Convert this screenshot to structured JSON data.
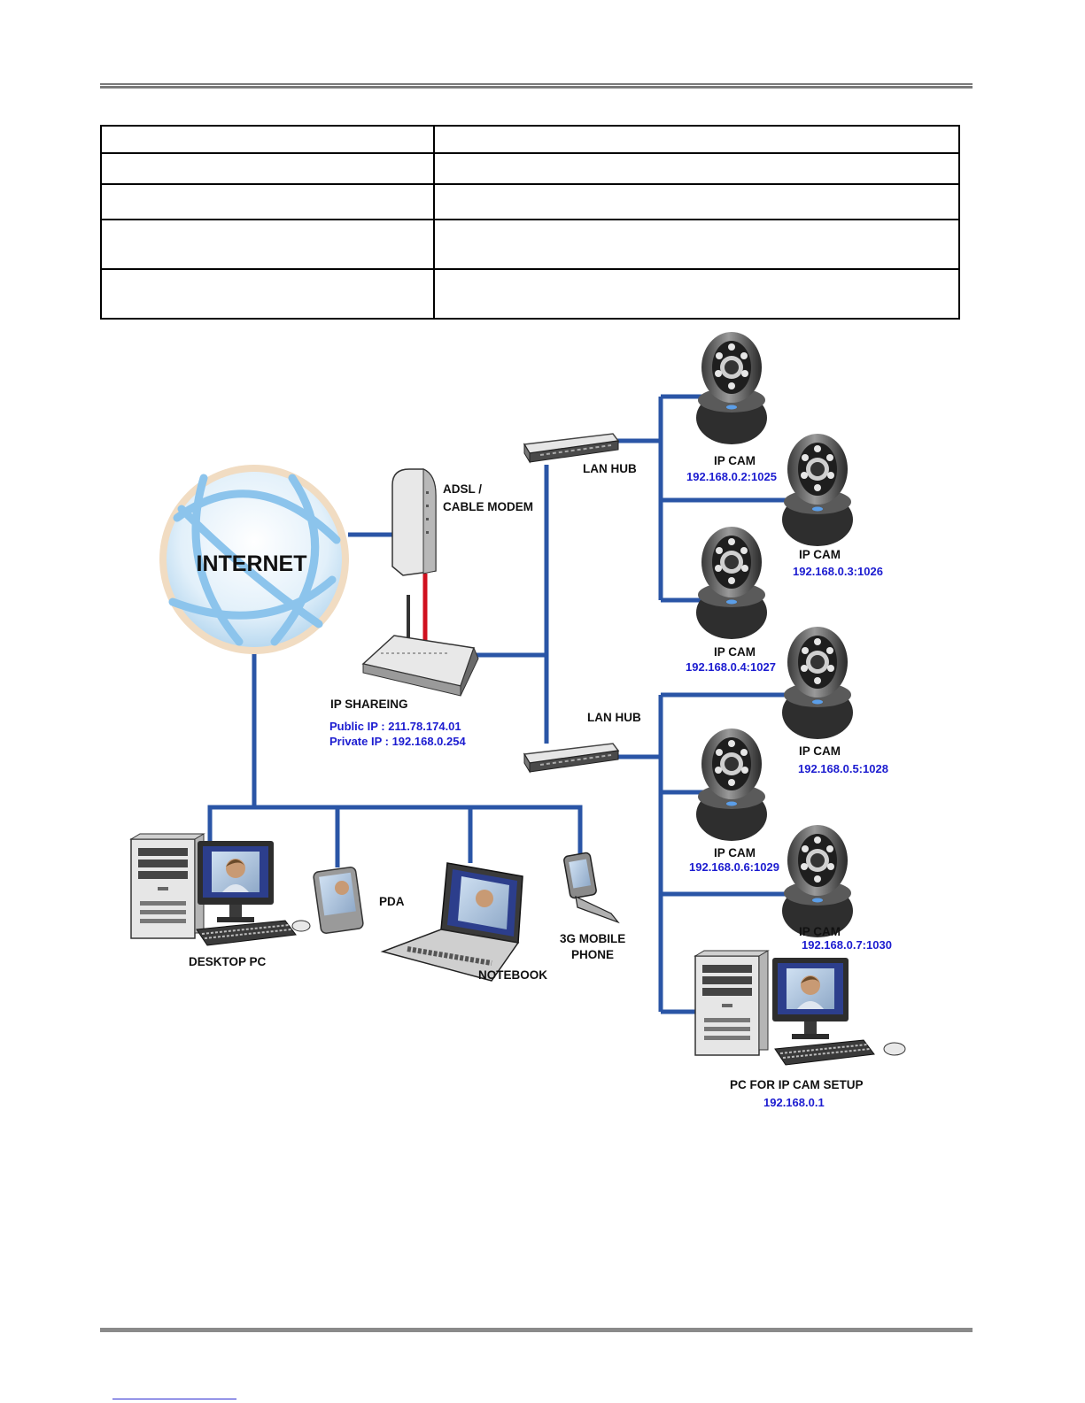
{
  "table": {
    "rows": [
      [
        "",
        ""
      ],
      [
        "",
        ""
      ],
      [
        "",
        ""
      ],
      [
        "",
        ""
      ],
      [
        "",
        ""
      ]
    ]
  },
  "diagram": {
    "internet": "INTERNET",
    "modem": {
      "line1": "ADSL /",
      "line2": "CABLE MODEM"
    },
    "router": {
      "label": "IP SHAREING",
      "public_ip": "Public  IP : 211.78.174.01",
      "private_ip": "Private IP : 192.168.0.254"
    },
    "hubs": [
      "LAN HUB",
      "LAN HUB"
    ],
    "cams": [
      {
        "label": "IP CAM",
        "address": "192.168.0.2:1025"
      },
      {
        "label": "IP CAM",
        "address": "192.168.0.3:1026"
      },
      {
        "label": "IP CAM",
        "address": "192.168.0.4:1027"
      },
      {
        "label": "IP CAM",
        "address": "192.168.0.5:1028"
      },
      {
        "label": "IP CAM",
        "address": "192.168.0.6:1029"
      },
      {
        "label": "IP CAM",
        "address": "192.168.0.7:1030"
      }
    ],
    "clients": {
      "desktop": "DESKTOP PC",
      "pda": "PDA",
      "notebook": "NOTEBOOK",
      "phone_line1": "3G MOBILE",
      "phone_line2": "PHONE"
    },
    "setup_pc": {
      "label": "PC FOR IP CAM SETUP",
      "ip": "192.168.0.1"
    },
    "colors": {
      "cable": "#2a55a6",
      "modem_cable": "#d0101e",
      "ip_text": "#1c1cd0"
    }
  }
}
